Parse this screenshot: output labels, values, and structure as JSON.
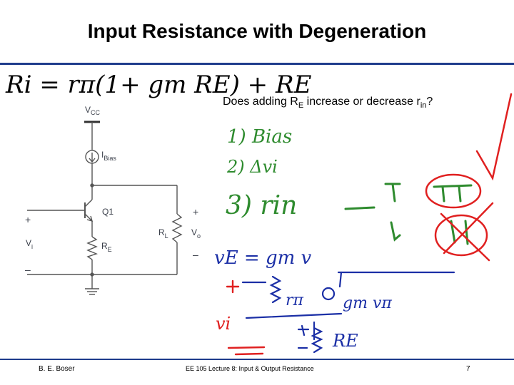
{
  "slide": {
    "title": "Input Resistance with Degeneration",
    "question": {
      "pre": "Does adding R",
      "sub1": "E",
      "mid": " increase or decrease r",
      "sub2": "in",
      "post": "?"
    }
  },
  "circuit": {
    "vcc_main": "V",
    "vcc_sub": "CC",
    "ibias_main": "I",
    "ibias_sub": "Bias",
    "q1": "Q1",
    "re_main": "R",
    "re_sub": "E",
    "rl_main": "R",
    "rl_sub": "L",
    "vo_main": "V",
    "vo_sub": "o",
    "vi_main": "V",
    "vi_sub": "i",
    "plus": "+",
    "minus": "–"
  },
  "annotations": {
    "formula": "Ri = rπ(1+ gm RE) + RE",
    "item1": "1) Bias",
    "item2": "2) Δvi",
    "item3": "3) rin",
    "ve_eq": "vE = gm v",
    "rpi": "rπ",
    "gm_vpi": "gm vπ",
    "vi_hand": "vi",
    "re_hand": "RE",
    "colors": {
      "black": "#000000",
      "green": "#2e8b2e",
      "red": "#e02020",
      "blue": "#1b2fa6"
    }
  },
  "footer": {
    "author": "B. E. Boser",
    "course": "EE 105 Lecture 8: Input & Output Resistance",
    "page": "7"
  }
}
